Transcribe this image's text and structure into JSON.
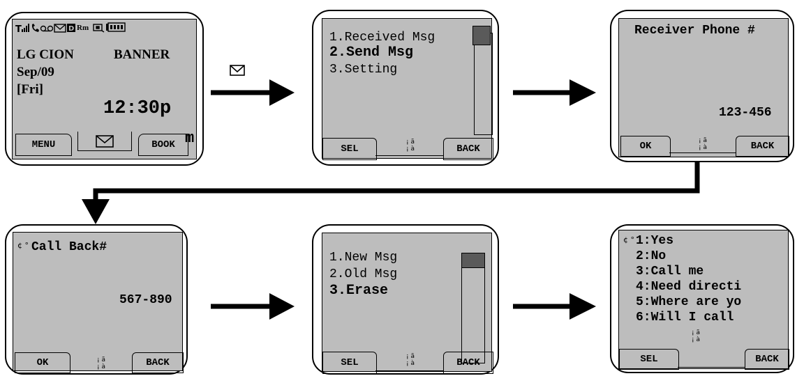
{
  "screen1": {
    "status_icons": [
      "signal-strength-icon",
      "call-icon",
      "voicemail-icon",
      "message-envelope-icon",
      "digital-mode-icon",
      "roaming-indicator-icon",
      "ringer-icon",
      "battery-icon"
    ],
    "roaming_label": "Rm",
    "carrier": "LG CION",
    "banner": "BANNER",
    "date": "Sep/09",
    "day": "[Fri]",
    "time_main": "12:30p",
    "time_suffix": "m",
    "left_soft": "MENU",
    "right_soft": "BOOK"
  },
  "screen2": {
    "items": [
      "1.Received Msg",
      "2.Send Msg",
      "3.Setting"
    ],
    "selected_index": 1,
    "left_soft": "SEL",
    "right_soft": "BACK",
    "center_glyph": "¡ ã\n¡ à"
  },
  "screen3": {
    "title": "Receiver Phone #",
    "number": "123-456",
    "left_soft": "OK",
    "right_soft": "BACK",
    "center_glyph": "¡ ã\n¡ à"
  },
  "screen4": {
    "prefix": "¢ °",
    "title": "Call Back#",
    "number": "567-890",
    "left_soft": "OK",
    "right_soft": "BACK",
    "center_glyph": "¡ ã\n¡ à"
  },
  "screen5": {
    "items": [
      "1.New Msg",
      "2.Old Msg",
      "3.Erase"
    ],
    "selected_index": 2,
    "left_soft": "SEL",
    "right_soft": "BACK",
    "center_glyph": "¡ ã\n¡ à"
  },
  "screen6": {
    "prefix": "¢ °",
    "items": [
      "1:Yes",
      "2:No",
      "3:Call me",
      "4:Need directi",
      "5:Where are yo",
      "6:Will I call"
    ],
    "left_soft": "SEL",
    "right_soft": "BACK",
    "center_glyph": "¡ ã\n¡ à"
  },
  "arrow1_icon": "message-envelope-icon"
}
